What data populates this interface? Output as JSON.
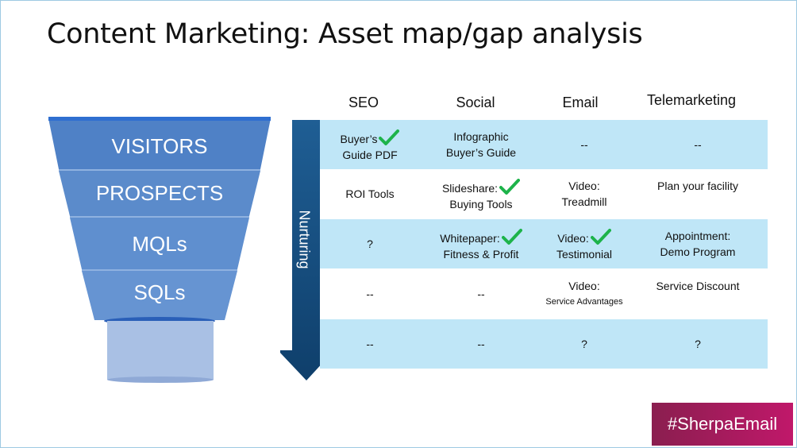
{
  "slide": {
    "title": "Content Marketing: Asset map/gap analysis",
    "hashtag": "#SherpaEmail",
    "accent_blue": "#4f81c6",
    "row_blue": "#bfe6f7",
    "check_color": "#1db34a"
  },
  "funnel": {
    "stages": [
      "VISITORS",
      "PROSPECTS",
      "MQLs",
      "SQLs"
    ]
  },
  "nurturing_label": "Nurturing",
  "columns": [
    "SEO",
    "Social",
    "Email",
    "Telemarketing"
  ],
  "rows": [
    [
      {
        "lines": [
          "Buyer’s",
          "Guide PDF"
        ],
        "check": true
      },
      {
        "lines": [
          "Infographic",
          "Buyer’s Guide"
        ],
        "check": false
      },
      {
        "lines": [
          "--"
        ],
        "check": false
      },
      {
        "lines": [
          "--"
        ],
        "check": false
      }
    ],
    [
      {
        "lines": [
          "ROI Tools"
        ],
        "check": false
      },
      {
        "lines": [
          "Slideshare:",
          "Buying Tools"
        ],
        "check": true
      },
      {
        "lines": [
          "Video:",
          "Treadmill"
        ],
        "check": false
      },
      {
        "lines": [
          "Plan your facility"
        ],
        "check": false
      }
    ],
    [
      {
        "lines": [
          "?"
        ],
        "check": false
      },
      {
        "lines": [
          "Whitepaper:",
          "Fitness & Profit"
        ],
        "check": true
      },
      {
        "lines": [
          "Video:",
          "Testimonial"
        ],
        "check": true
      },
      {
        "lines": [
          "Appointment:",
          "Demo Program"
        ],
        "check": false
      }
    ],
    [
      {
        "lines": [
          "--"
        ],
        "check": false
      },
      {
        "lines": [
          "--"
        ],
        "check": false
      },
      {
        "lines": [
          "Video:",
          "Service Advantages"
        ],
        "check": false
      },
      {
        "lines": [
          "Service Discount"
        ],
        "check": false
      }
    ],
    [
      {
        "lines": [
          "--"
        ],
        "check": false
      },
      {
        "lines": [
          "--"
        ],
        "check": false
      },
      {
        "lines": [
          "?"
        ],
        "check": false
      },
      {
        "lines": [
          "?"
        ],
        "check": false
      }
    ]
  ]
}
